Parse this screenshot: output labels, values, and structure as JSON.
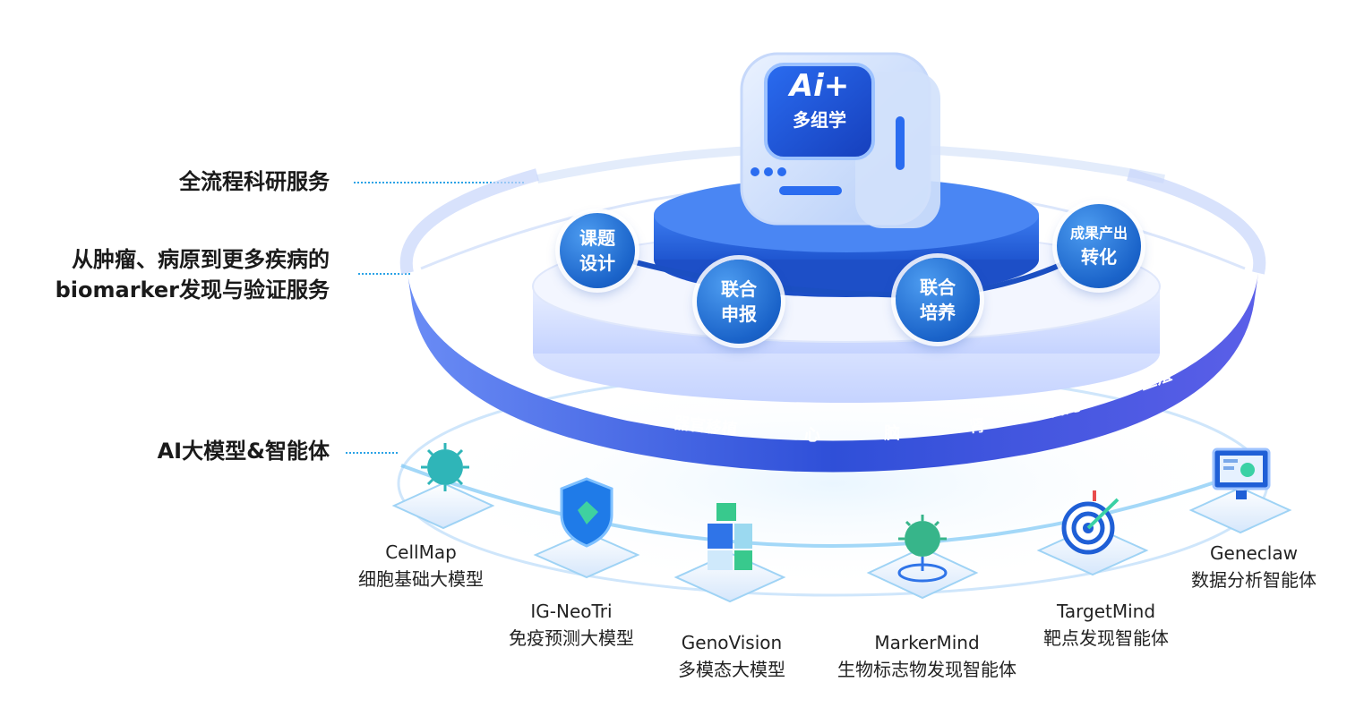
{
  "left_labels": [
    {
      "text": "全流程科研服务"
    },
    {
      "line1": "从肿瘤、病原到更多疾病的",
      "line2": "biomarker发现与验证服务"
    },
    {
      "text": "AI大模型&智能体"
    }
  ],
  "core_cube": {
    "title": "Ai+",
    "subtitle": "多组学"
  },
  "process_steps": [
    {
      "line1": "课题",
      "line2": "设计"
    },
    {
      "line1": "联合",
      "line2": "申报"
    },
    {
      "line1": "联合",
      "line2": "培养"
    },
    {
      "line1": "成果产出",
      "line2": "转化"
    }
  ],
  "disease_areas": [
    "肿瘤",
    "感染",
    "器官移植",
    "心",
    "脑",
    "肾",
    "自免",
    "生殖"
  ],
  "models": [
    {
      "name": "CellMap",
      "desc": "细胞基础大模型",
      "icon": "virus-icon"
    },
    {
      "name": "IG-NeoTri",
      "desc": "免疫预测大模型",
      "icon": "shield-icon"
    },
    {
      "name": "GenoVision",
      "desc": "多模态大模型",
      "icon": "cubes-icon"
    },
    {
      "name": "MarkerMind",
      "desc": "生物标志物发现智能体",
      "icon": "pathogen-icon"
    },
    {
      "name": "TargetMind",
      "desc": "靶点发现智能体",
      "icon": "target-icon"
    },
    {
      "name": "Geneclaw",
      "desc": "数据分析智能体",
      "icon": "monitor-icon"
    }
  ],
  "colors": {
    "primary": "#1a63c9",
    "accent": "#2aa3e6",
    "ring": "#3a5ce0",
    "text": "#1a1a1a"
  }
}
